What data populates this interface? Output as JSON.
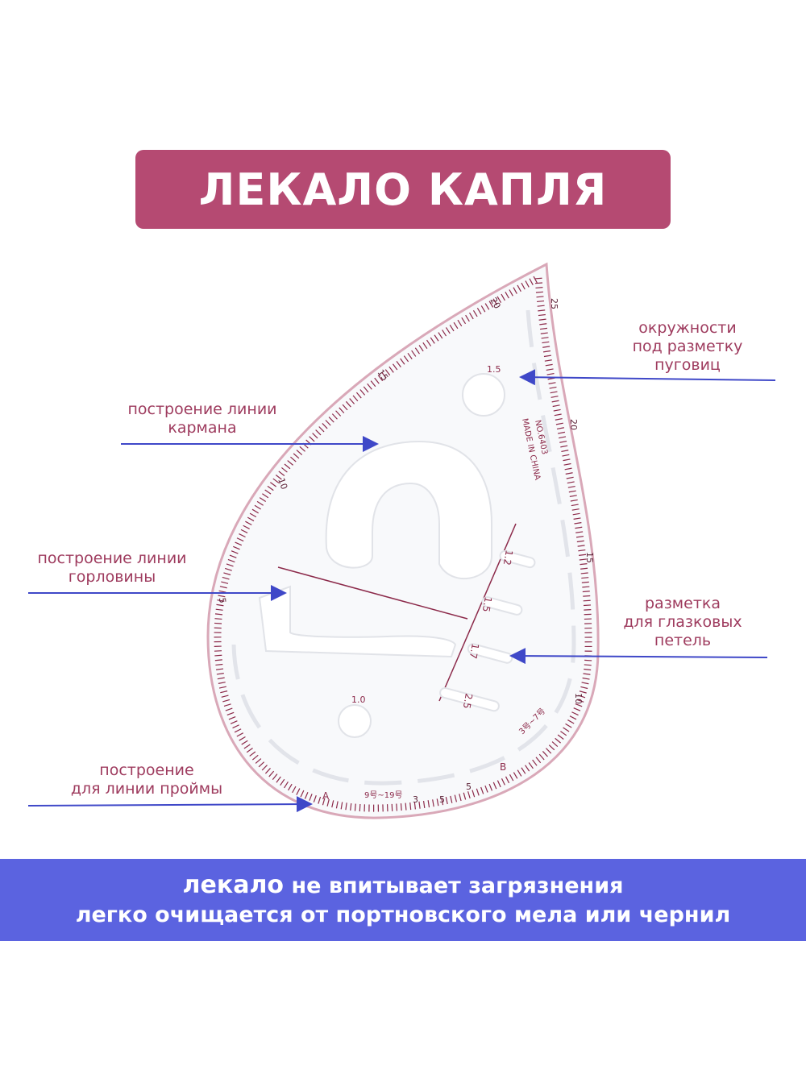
{
  "title": "ЛЕКАЛО КАПЛЯ",
  "labels": {
    "circles": [
      "окружности",
      "под разметку",
      "пуговиц"
    ],
    "pocket": [
      "построение линии",
      "кармана"
    ],
    "neck": [
      "построение линии",
      "горловины"
    ],
    "eyelet": [
      "разметка",
      "для глазковых",
      "петель"
    ],
    "armhole": [
      "построение",
      "для линии проймы"
    ]
  },
  "ruler": {
    "made_in": "MADE IN CHINA",
    "model": "NO.6403",
    "button_sizes": [
      "1.5",
      "1.0"
    ],
    "eyelet_sizes": [
      "1.2",
      "1.5",
      "1.7",
      "2.5"
    ],
    "right_scale": [
      "25",
      "20",
      "15",
      "10",
      "5"
    ],
    "left_scale": [
      "20",
      "15",
      "10",
      "5"
    ],
    "bottom_scale": [
      "3",
      "5"
    ],
    "markers": [
      "A",
      "B"
    ],
    "size_range_1": "9号~19号",
    "size_range_2": "3号~7号"
  },
  "bottom": {
    "line1_strong": "лекало",
    "line1_rest": " не впитывает загрязнения",
    "line2": "легко очищается от портновского мела или чернил"
  },
  "colors": {
    "banner": "#b54a72",
    "label_text": "#9e3b5e",
    "arrow": "#3f48c8",
    "band": "#5b63e0",
    "ruler_marks": "#8c2a4a"
  }
}
